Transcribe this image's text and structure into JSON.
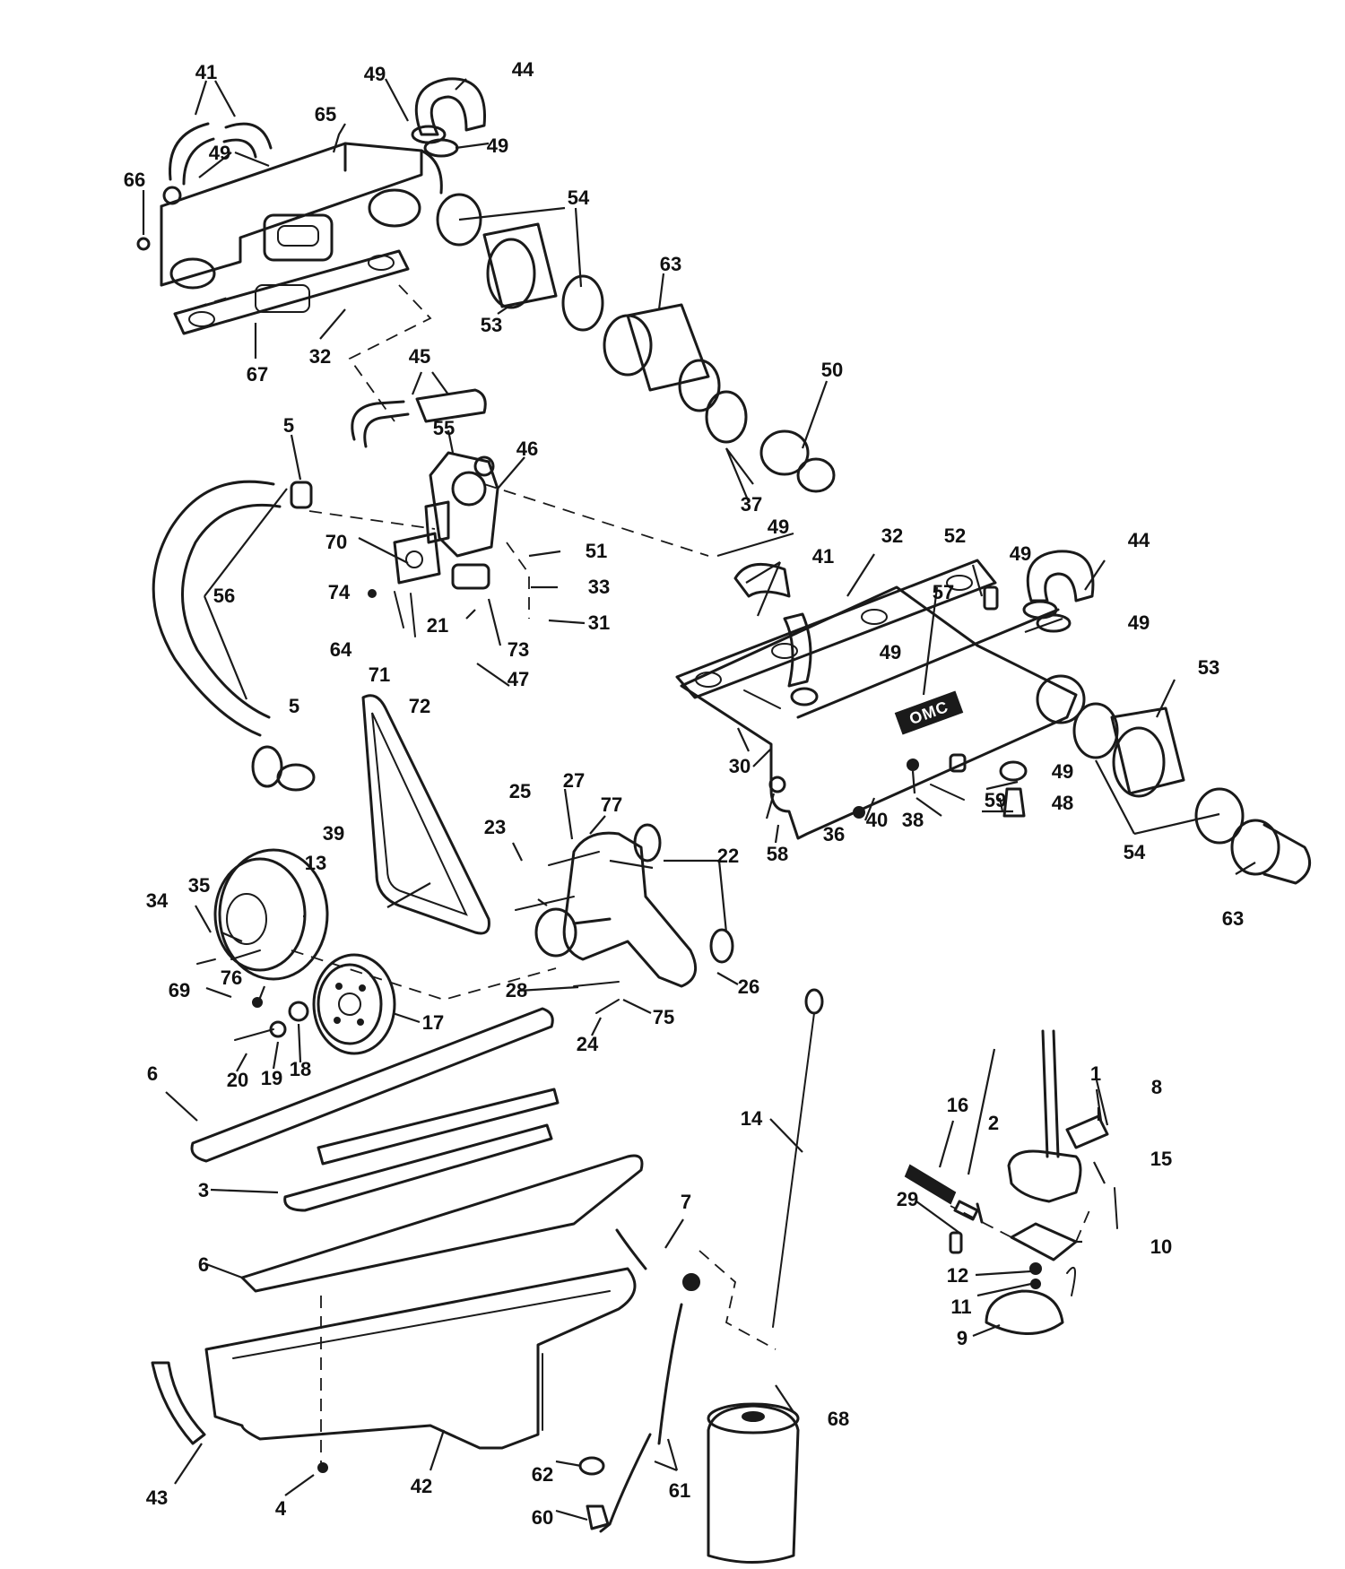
{
  "callouts": {
    "c1": "1",
    "c2": "2",
    "c3": "3",
    "c4": "4",
    "c5a": "5",
    "c5b": "5",
    "c6a": "6",
    "c6b": "6",
    "c7": "7",
    "c8": "8",
    "c9": "9",
    "c10": "10",
    "c11": "11",
    "c12": "12",
    "c13": "13",
    "c14": "14",
    "c15": "15",
    "c16": "16",
    "c17": "17",
    "c18": "18",
    "c19": "19",
    "c20": "20",
    "c21": "21",
    "c22": "22",
    "c23": "23",
    "c24": "24",
    "c25": "25",
    "c26": "26",
    "c27": "27",
    "c28": "28",
    "c29": "29",
    "c30": "30",
    "c31": "31",
    "c32a": "32",
    "c32b": "32",
    "c33": "33",
    "c34": "34",
    "c35": "35",
    "c36": "36",
    "c37": "37",
    "c38": "38",
    "c39": "39",
    "c40": "40",
    "c41a": "41",
    "c41b": "41",
    "c42": "42",
    "c43": "43",
    "c44a": "44",
    "c44b": "44",
    "c45": "45",
    "c46": "46",
    "c47": "47",
    "c48": "48",
    "c49a": "49",
    "c49b": "49",
    "c49c": "49",
    "c49d": "49",
    "c49e": "49",
    "c49f": "49",
    "c49g": "49",
    "c49h": "49",
    "c50": "50",
    "c51": "51",
    "c52": "52",
    "c53a": "53",
    "c53b": "53",
    "c54a": "54",
    "c54b": "54",
    "c55": "55",
    "c56": "56",
    "c57": "57",
    "c58": "58",
    "c59": "59",
    "c60": "60",
    "c61": "61",
    "c62": "62",
    "c63a": "63",
    "c63b": "63",
    "c64": "64",
    "c65": "65",
    "c66": "66",
    "c67": "67",
    "c68": "68",
    "c69": "69",
    "c70": "70",
    "c71": "71",
    "c72": "72",
    "c73": "73",
    "c74": "74",
    "c75": "75",
    "c76": "76",
    "c77": "77"
  },
  "manifold_stamp": "OMC"
}
